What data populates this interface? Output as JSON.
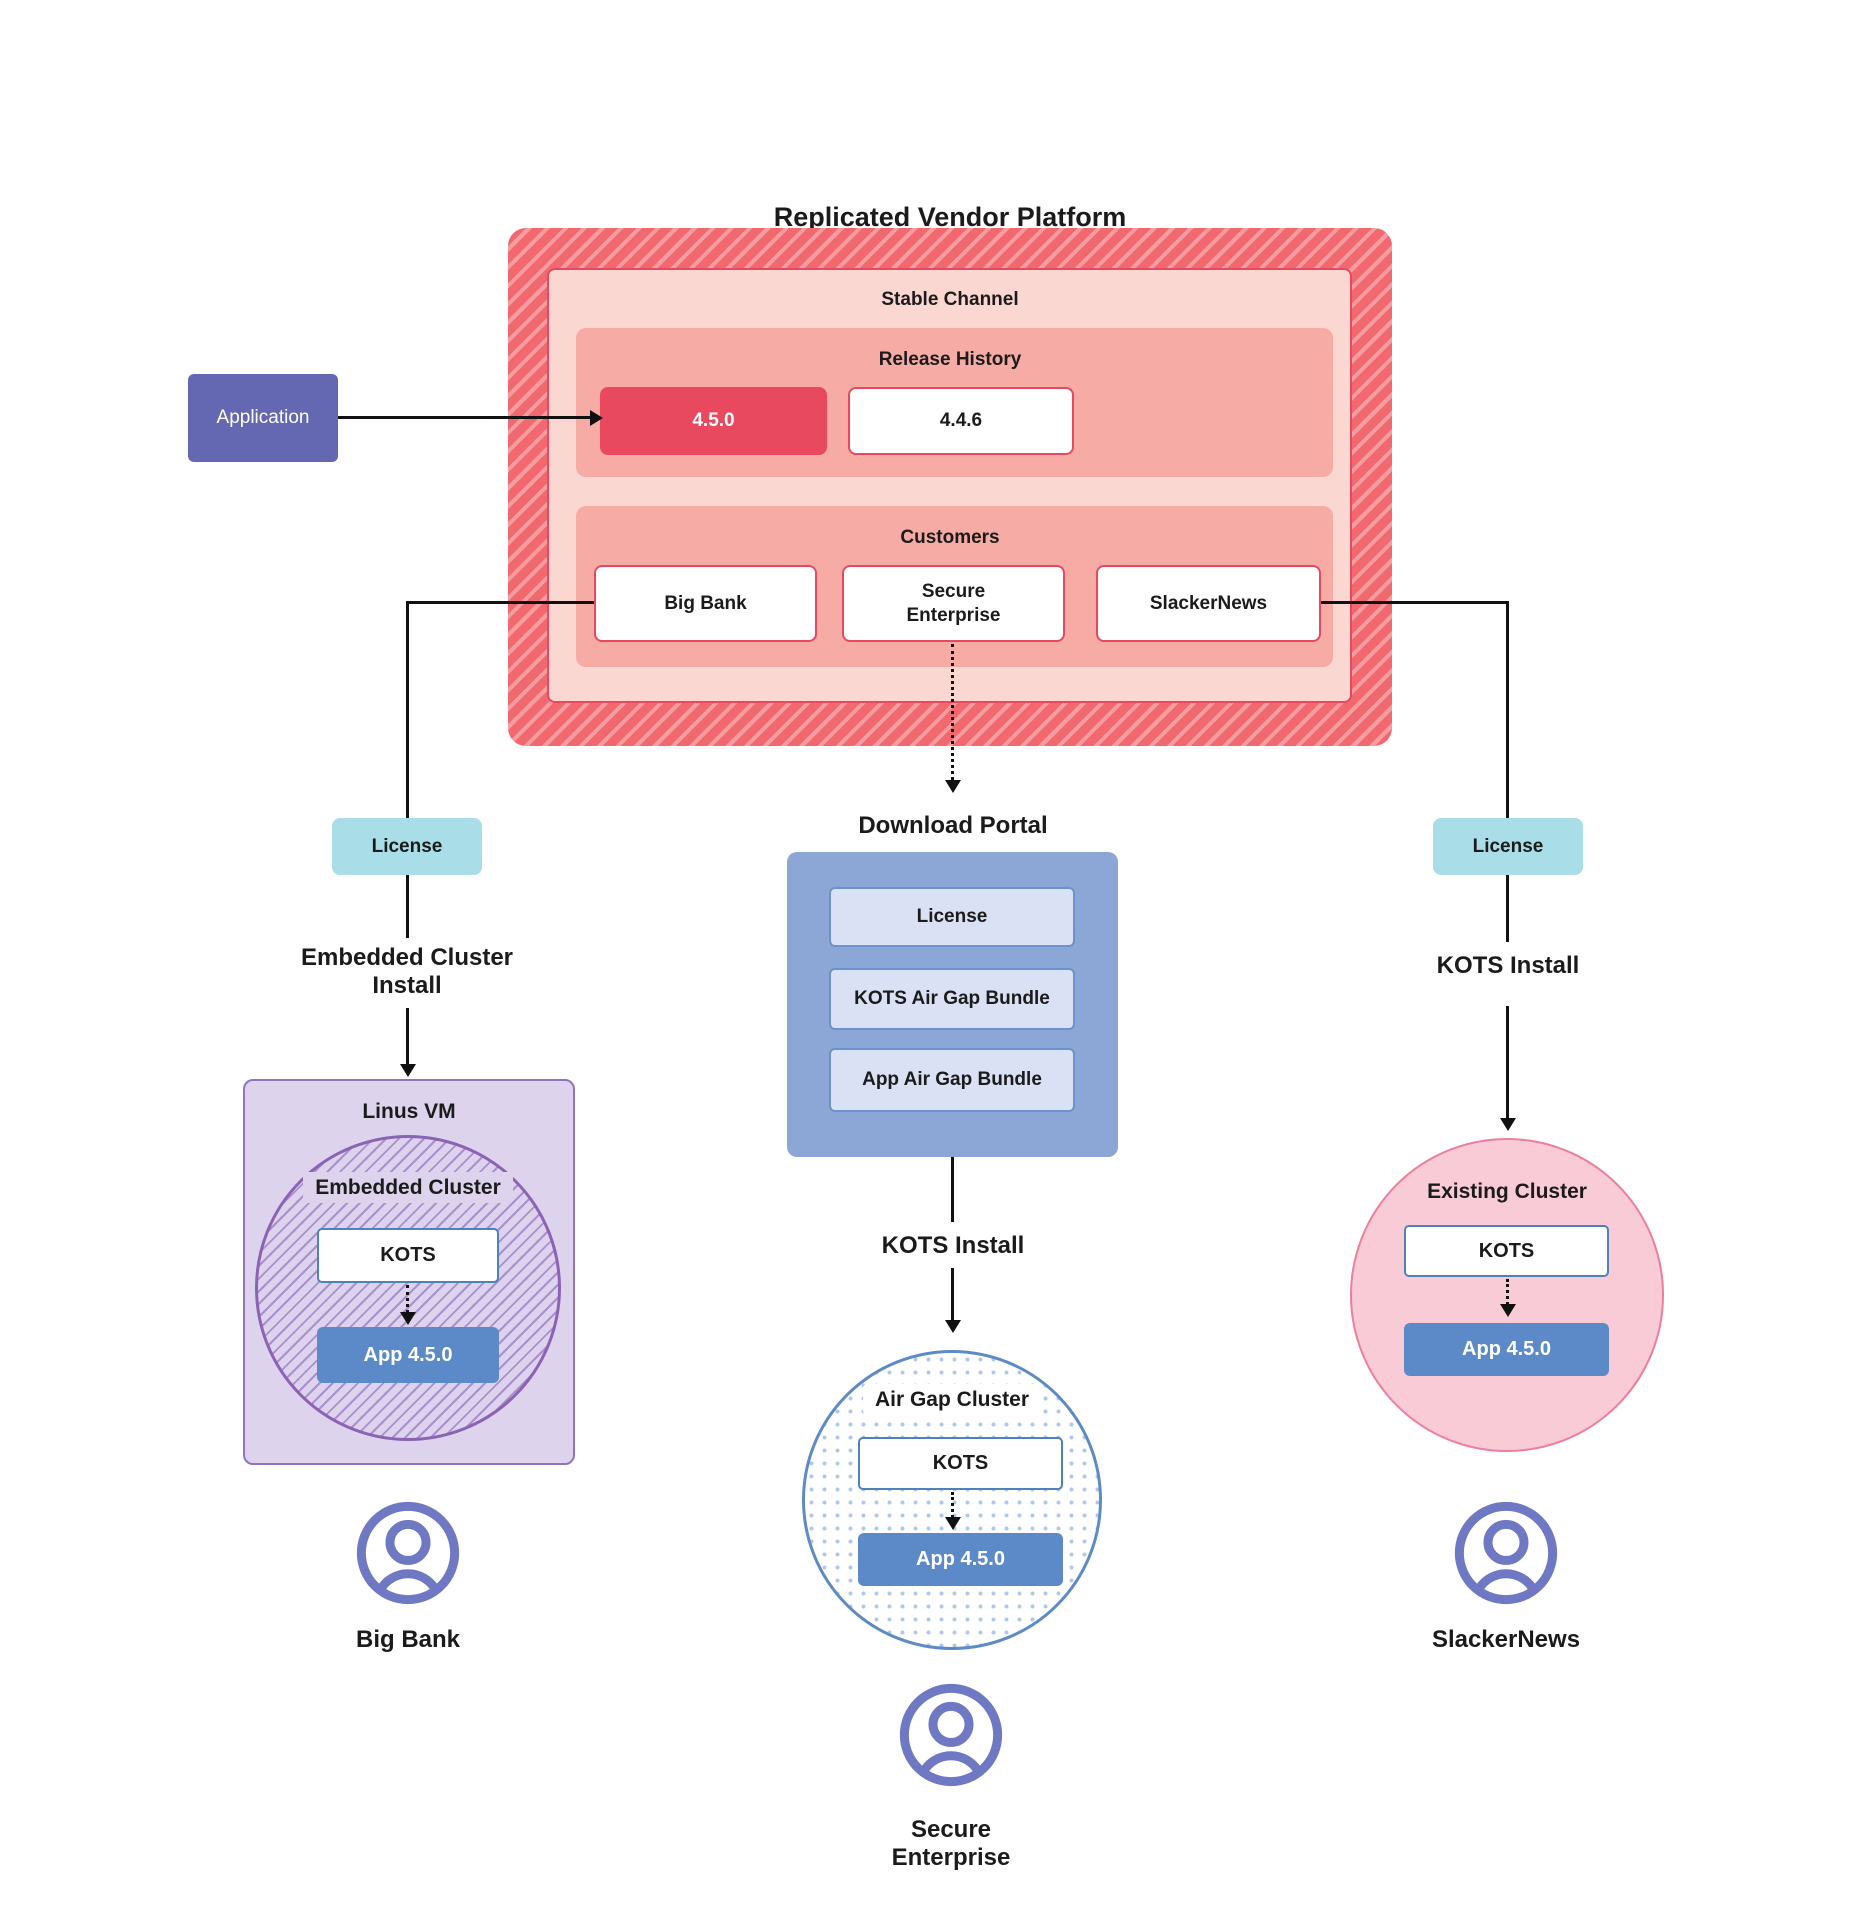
{
  "title": "Replicated Vendor Platform",
  "vendor_platform": {
    "stable_channel": "Stable Channel",
    "release_history": "Release History",
    "releases": [
      "4.5.0",
      "4.4.6"
    ],
    "customers_label": "Customers",
    "customers": [
      "Big Bank",
      "Secure Enterprise",
      "SlackerNews"
    ]
  },
  "application": "Application",
  "download_portal": {
    "title": "Download Portal",
    "items": [
      "License",
      "KOTS Air Gap Bundle",
      "App Air Gap Bundle"
    ]
  },
  "flows": {
    "left": {
      "license": "License",
      "install": "Embedded Cluster Install",
      "vm": "Linus VM",
      "cluster": "Embedded Cluster",
      "kots": "KOTS",
      "app": "App 4.5.0",
      "persona": "Big Bank"
    },
    "middle": {
      "install": "KOTS Install",
      "cluster": "Air Gap Cluster",
      "kots": "KOTS",
      "app": "App 4.5.0",
      "persona": "Secure Enterprise"
    },
    "right": {
      "license": "License",
      "install": "KOTS Install",
      "cluster": "Existing Cluster",
      "kots": "KOTS",
      "app": "App 4.5.0",
      "persona": "SlackerNews"
    }
  },
  "colors": {
    "accent_red": "#e8495f",
    "hatch_red": "#f1686e",
    "salmon": "#f6aba5",
    "light_pink": "#fbd7d2",
    "indigo": "#6467b2",
    "cyan": "#a9dde7",
    "portal_blue": "#8ca7d5",
    "portal_item_blue": "#dbe1f4",
    "app_blue": "#5c8ac8",
    "kots_border_blue": "#4f81bd",
    "lavender": "#ddd3ec",
    "purple_border": "#9173c1",
    "circle_purple": "#8b63b5",
    "pink_fill": "#f9cbd6",
    "pink_border": "#ec7e9e",
    "persona_purple": "#6f79c3",
    "dot_blue": "#b0c8ea"
  }
}
